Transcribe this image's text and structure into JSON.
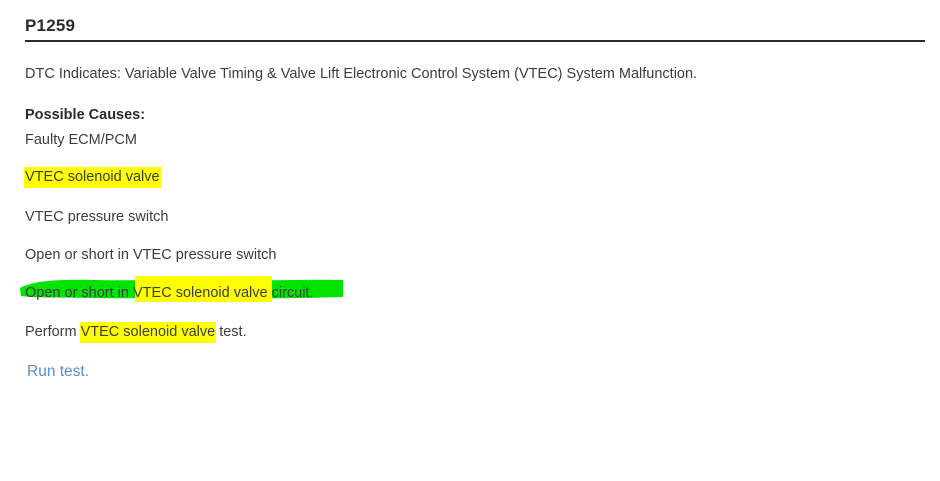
{
  "document": {
    "title": "P1259",
    "dtc_description": "DTC Indicates: Variable Valve Timing & Valve Lift Electronic Control System (VTEC) System Malfunction.",
    "causes_heading": "Possible Causes:",
    "causes": [
      {
        "text": "Faulty ECM/PCM",
        "highlight": "none"
      },
      {
        "text": "VTEC solenoid valve",
        "highlight": "yellow"
      },
      {
        "text": "VTEC pressure switch",
        "highlight": "none"
      },
      {
        "text": "Open or short in VTEC pressure switch",
        "highlight": "none"
      }
    ],
    "circuit_line": {
      "prefix": "Open or short in ",
      "emphasis": "VTEC solenoid valve",
      "suffix": " circuit.",
      "highlight": "green-marker-with-yellow-inner"
    },
    "perform_line": {
      "prefix": "Perform ",
      "emphasis": "VTEC solenoid valve",
      "suffix": " test.",
      "highlight": "yellow"
    },
    "run_link_label": "Run test."
  },
  "colors": {
    "yellow_highlight": "#ffff00",
    "green_highlight": "#00e400",
    "link_blue": "#5b8fc7",
    "body_text": "#3d3d3d",
    "rule": "#2b2b2b"
  }
}
